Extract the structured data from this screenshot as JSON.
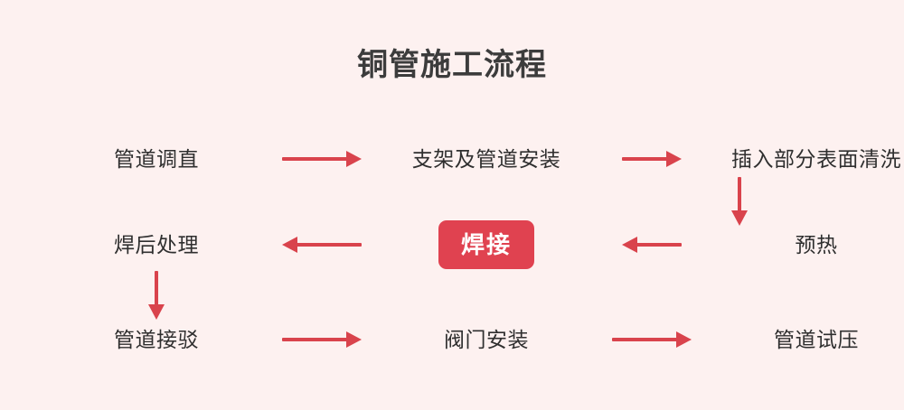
{
  "page": {
    "title": "铜管施工流程",
    "background_color": "#fdf1f0",
    "accent_color": "#e04250",
    "arrow_color": "#d9434c",
    "text_color": "#2f2f2f"
  },
  "flow": {
    "type": "flowchart-serpentine",
    "rows": [
      {
        "direction": "left-to-right",
        "nodes": [
          {
            "id": "step-1",
            "label": "管道调直",
            "highlight": false
          },
          {
            "id": "step-2",
            "label": "支架及管道安装",
            "highlight": false
          },
          {
            "id": "step-3",
            "label": "插入部分表面清洗",
            "highlight": false
          }
        ],
        "connectors": [
          "arrow-right",
          "arrow-right"
        ]
      },
      {
        "direction": "right-to-left",
        "nodes": [
          {
            "id": "step-6",
            "label": "焊后处理",
            "highlight": false
          },
          {
            "id": "step-5",
            "label": "焊接",
            "highlight": true
          },
          {
            "id": "step-4",
            "label": "预热",
            "highlight": false
          }
        ],
        "connectors": [
          "arrow-left",
          "arrow-left"
        ]
      },
      {
        "direction": "left-to-right",
        "nodes": [
          {
            "id": "step-7",
            "label": "管道接驳",
            "highlight": false
          },
          {
            "id": "step-8",
            "label": "阀门安装",
            "highlight": false
          },
          {
            "id": "step-9",
            "label": "管道试压",
            "highlight": false
          }
        ],
        "connectors": [
          "arrow-right",
          "arrow-right"
        ]
      }
    ],
    "vertical_connectors": [
      {
        "id": "row1-to-row2",
        "icon": "arrow-down-icon",
        "side": "right"
      },
      {
        "id": "row2-to-row3",
        "icon": "arrow-down-icon",
        "side": "left"
      }
    ]
  }
}
